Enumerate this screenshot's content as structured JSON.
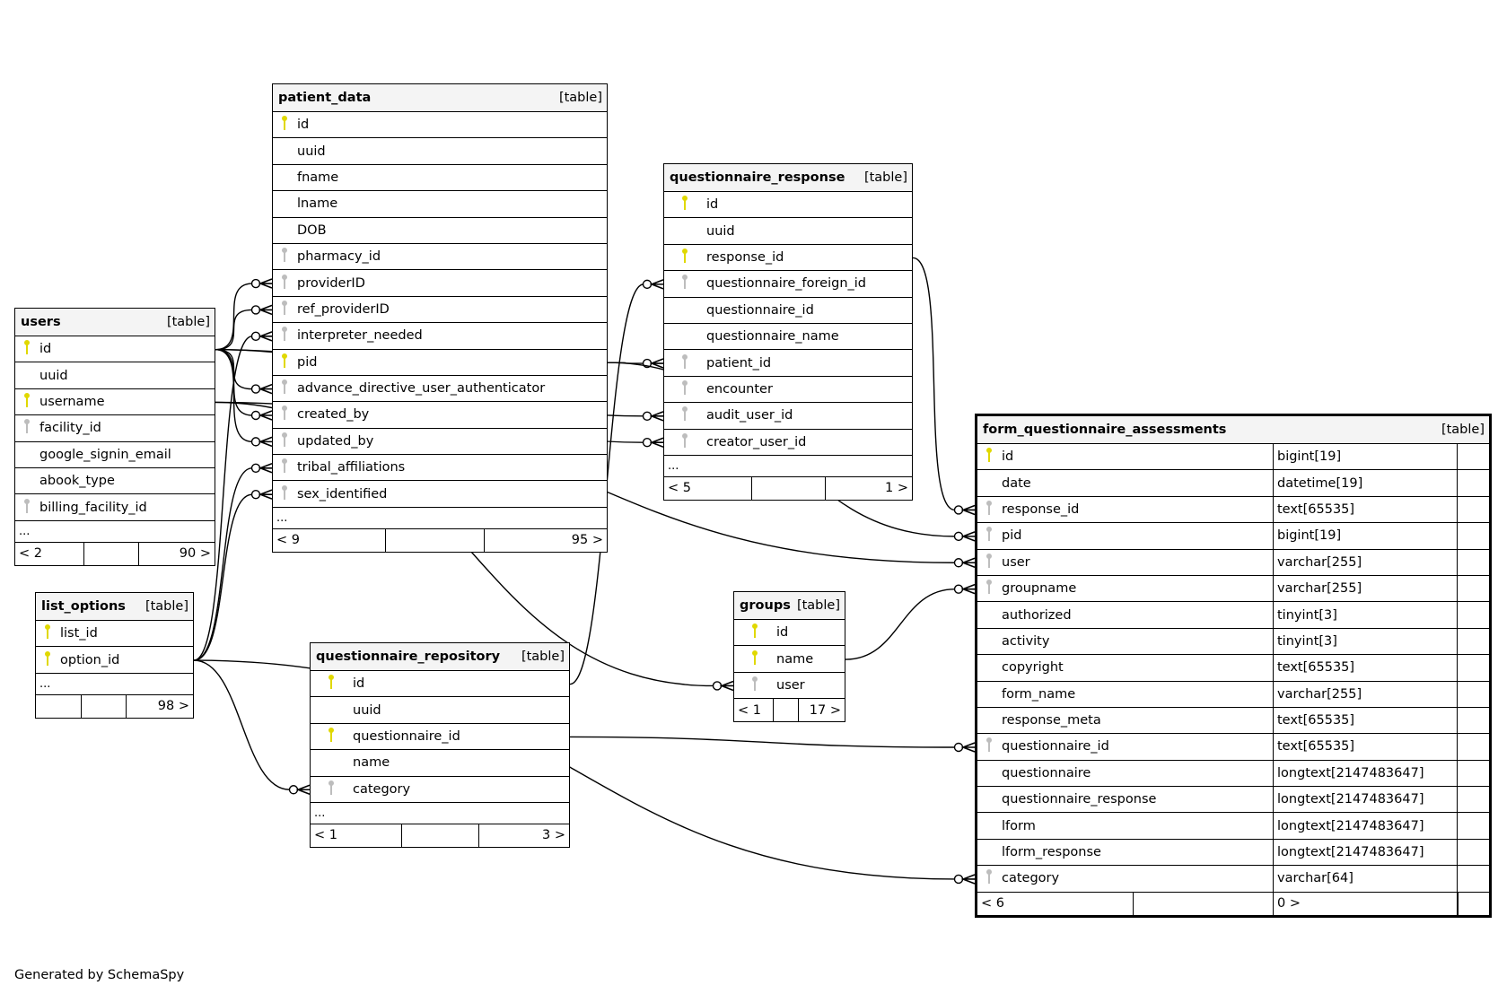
{
  "footer": "Generated by SchemaSpy",
  "table_kind": "[table]",
  "tables": {
    "users": {
      "name": "users",
      "columns": [
        {
          "name": "id",
          "key": "pk"
        },
        {
          "name": "uuid",
          "key": "none"
        },
        {
          "name": "username",
          "key": "pk"
        },
        {
          "name": "facility_id",
          "key": "fk"
        },
        {
          "name": "google_signin_email",
          "key": "none"
        },
        {
          "name": "abook_type",
          "key": "none"
        },
        {
          "name": "billing_facility_id",
          "key": "fk"
        }
      ],
      "more": "...",
      "parents": "< 2",
      "children": "90 >"
    },
    "patient_data": {
      "name": "patient_data",
      "columns": [
        {
          "name": "id",
          "key": "pk"
        },
        {
          "name": "uuid",
          "key": "none"
        },
        {
          "name": "fname",
          "key": "none"
        },
        {
          "name": "lname",
          "key": "none"
        },
        {
          "name": "DOB",
          "key": "none"
        },
        {
          "name": "pharmacy_id",
          "key": "fk"
        },
        {
          "name": "providerID",
          "key": "fk"
        },
        {
          "name": "ref_providerID",
          "key": "fk"
        },
        {
          "name": "interpreter_needed",
          "key": "fk"
        },
        {
          "name": "pid",
          "key": "pk"
        },
        {
          "name": "advance_directive_user_authenticator",
          "key": "fk"
        },
        {
          "name": "created_by",
          "key": "fk"
        },
        {
          "name": "updated_by",
          "key": "fk"
        },
        {
          "name": "tribal_affiliations",
          "key": "fk"
        },
        {
          "name": "sex_identified",
          "key": "fk"
        }
      ],
      "more": "...",
      "parents": "< 9",
      "children": "95 >"
    },
    "questionnaire_response": {
      "name": "questionnaire_response",
      "columns": [
        {
          "name": "id",
          "key": "pk"
        },
        {
          "name": "uuid",
          "key": "none"
        },
        {
          "name": "response_id",
          "key": "pk"
        },
        {
          "name": "questionnaire_foreign_id",
          "key": "fk"
        },
        {
          "name": "questionnaire_id",
          "key": "none"
        },
        {
          "name": "questionnaire_name",
          "key": "none"
        },
        {
          "name": "patient_id",
          "key": "fk"
        },
        {
          "name": "encounter",
          "key": "fk"
        },
        {
          "name": "audit_user_id",
          "key": "fk"
        },
        {
          "name": "creator_user_id",
          "key": "fk"
        }
      ],
      "more": "...",
      "parents": "< 5",
      "children": "1 >"
    },
    "list_options": {
      "name": "list_options",
      "columns": [
        {
          "name": "list_id",
          "key": "pk"
        },
        {
          "name": "option_id",
          "key": "pk"
        }
      ],
      "more": "...",
      "parents": "",
      "children": "98 >"
    },
    "questionnaire_repository": {
      "name": "questionnaire_repository",
      "columns": [
        {
          "name": "id",
          "key": "pk"
        },
        {
          "name": "uuid",
          "key": "none"
        },
        {
          "name": "questionnaire_id",
          "key": "pk"
        },
        {
          "name": "name",
          "key": "none"
        },
        {
          "name": "category",
          "key": "fk"
        }
      ],
      "more": "...",
      "parents": "< 1",
      "children": "3 >"
    },
    "groups": {
      "name": "groups",
      "columns": [
        {
          "name": "id",
          "key": "pk"
        },
        {
          "name": "name",
          "key": "pk"
        },
        {
          "name": "user",
          "key": "fk"
        }
      ],
      "parents": "< 1",
      "children": "17 >"
    },
    "form_questionnaire_assessments": {
      "name": "form_questionnaire_assessments",
      "columns": [
        {
          "name": "id",
          "key": "pk",
          "type": "bigint[19]"
        },
        {
          "name": "date",
          "key": "none",
          "type": "datetime[19]"
        },
        {
          "name": "response_id",
          "key": "fk",
          "type": "text[65535]"
        },
        {
          "name": "pid",
          "key": "fk",
          "type": "bigint[19]"
        },
        {
          "name": "user",
          "key": "fk",
          "type": "varchar[255]"
        },
        {
          "name": "groupname",
          "key": "fk",
          "type": "varchar[255]"
        },
        {
          "name": "authorized",
          "key": "none",
          "type": "tinyint[3]"
        },
        {
          "name": "activity",
          "key": "none",
          "type": "tinyint[3]"
        },
        {
          "name": "copyright",
          "key": "none",
          "type": "text[65535]"
        },
        {
          "name": "form_name",
          "key": "none",
          "type": "varchar[255]"
        },
        {
          "name": "response_meta",
          "key": "none",
          "type": "text[65535]"
        },
        {
          "name": "questionnaire_id",
          "key": "fk",
          "type": "text[65535]"
        },
        {
          "name": "questionnaire",
          "key": "none",
          "type": "longtext[2147483647]"
        },
        {
          "name": "questionnaire_response",
          "key": "none",
          "type": "longtext[2147483647]"
        },
        {
          "name": "lform",
          "key": "none",
          "type": "longtext[2147483647]"
        },
        {
          "name": "lform_response",
          "key": "none",
          "type": "longtext[2147483647]"
        },
        {
          "name": "category",
          "key": "fk",
          "type": "varchar[64]"
        }
      ],
      "parents": "< 6",
      "children": "0 >"
    }
  },
  "relationships": [
    {
      "from": "users.id",
      "to": "patient_data.providerID"
    },
    {
      "from": "users.id",
      "to": "patient_data.ref_providerID"
    },
    {
      "from": "users.id",
      "to": "patient_data.advance_directive_user_authenticator"
    },
    {
      "from": "users.id",
      "to": "patient_data.created_by"
    },
    {
      "from": "users.id",
      "to": "patient_data.updated_by"
    },
    {
      "from": "users.id",
      "to": "questionnaire_response.audit_user_id"
    },
    {
      "from": "users.id",
      "to": "questionnaire_response.creator_user_id"
    },
    {
      "from": "users.username",
      "to": "form_questionnaire_assessments.user"
    },
    {
      "from": "users.username",
      "to": "groups.user"
    },
    {
      "from": "list_options.option_id",
      "to": "patient_data.interpreter_needed"
    },
    {
      "from": "list_options.option_id",
      "to": "patient_data.tribal_affiliations"
    },
    {
      "from": "list_options.option_id",
      "to": "patient_data.sex_identified"
    },
    {
      "from": "list_options.option_id",
      "to": "questionnaire_repository.category"
    },
    {
      "from": "list_options.option_id",
      "to": "form_questionnaire_assessments.category"
    },
    {
      "from": "patient_data.pid",
      "to": "questionnaire_response.patient_id"
    },
    {
      "from": "patient_data.pid",
      "to": "form_questionnaire_assessments.pid"
    },
    {
      "from": "questionnaire_response.response_id",
      "to": "form_questionnaire_assessments.response_id"
    },
    {
      "from": "questionnaire_repository.id",
      "to": "questionnaire_response.questionnaire_foreign_id"
    },
    {
      "from": "questionnaire_repository.questionnaire_id",
      "to": "form_questionnaire_assessments.questionnaire_id"
    },
    {
      "from": "groups.name",
      "to": "form_questionnaire_assessments.groupname"
    }
  ]
}
